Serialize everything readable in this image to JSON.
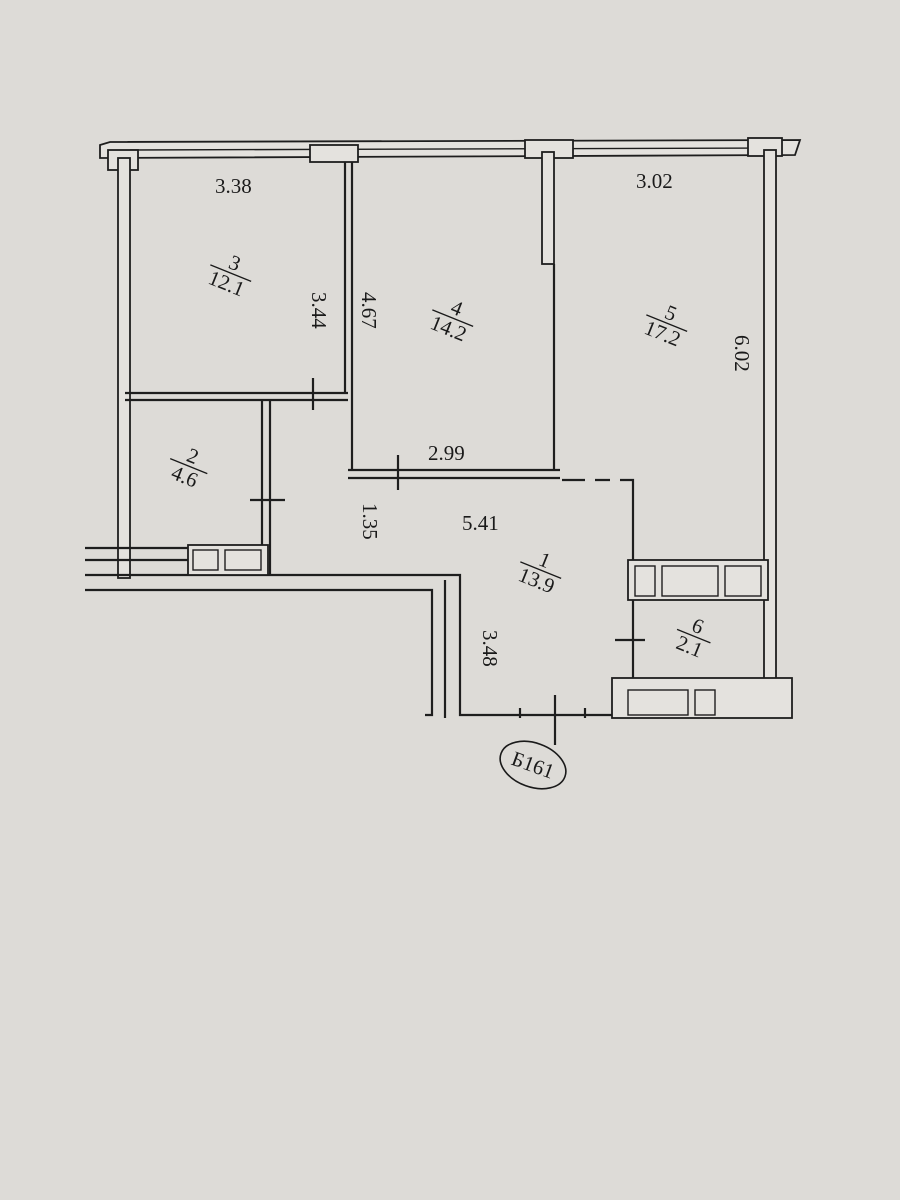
{
  "plan": {
    "stamp": "Б161",
    "rooms": [
      {
        "number": "1",
        "area": "13.9"
      },
      {
        "number": "2",
        "area": "4.6"
      },
      {
        "number": "3",
        "area": "12.1"
      },
      {
        "number": "4",
        "area": "14.2"
      },
      {
        "number": "5",
        "area": "17.2"
      },
      {
        "number": "6",
        "area": "2.1"
      }
    ],
    "dimensions": {
      "room3_width": "3.38",
      "room3_depth": "3.44",
      "room4_depth": "4.67",
      "room4_width": "2.99",
      "room5_width": "3.02",
      "room5_depth": "6.02",
      "hall_width": "1.35",
      "room1_length": "5.41",
      "room1_depth": "3.48"
    }
  }
}
